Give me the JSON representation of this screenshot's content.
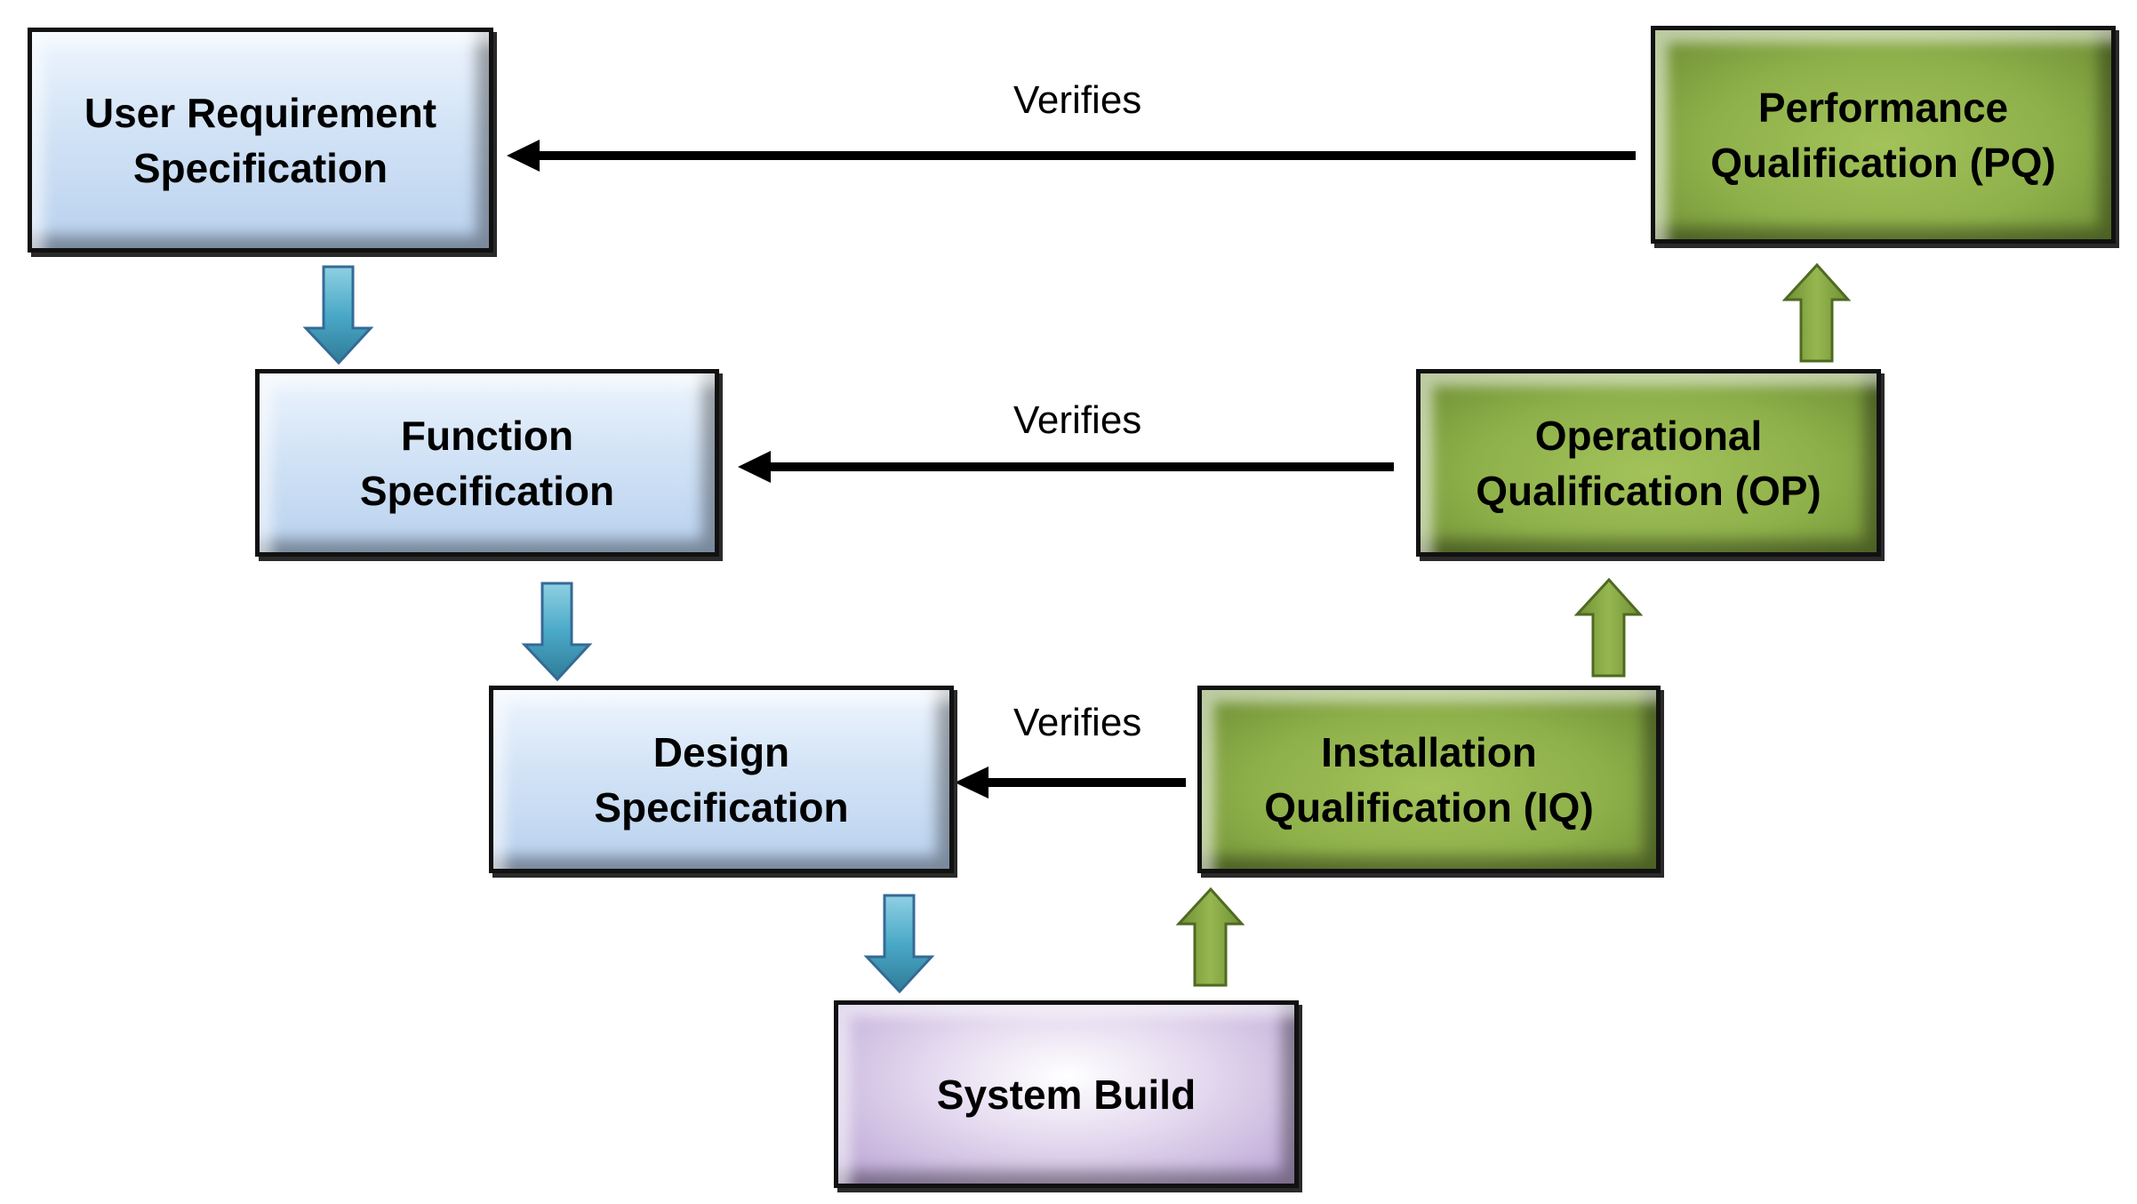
{
  "diagram": {
    "type": "V-model validation lifecycle",
    "left_side": [
      {
        "id": "urs",
        "label": "User Requirement\nSpecification",
        "color": "#c9dcf3"
      },
      {
        "id": "fs",
        "label": "Function\nSpecification",
        "color": "#c9dcf3"
      },
      {
        "id": "ds",
        "label": "Design\nSpecification",
        "color": "#c9dcf3"
      }
    ],
    "bottom": {
      "id": "sb",
      "label": "System Build",
      "color": "#d9cce9"
    },
    "right_side": [
      {
        "id": "iq",
        "label": "Installation\nQualification (IQ)",
        "color": "#8eb04a"
      },
      {
        "id": "oq",
        "label": "Operational\nQualification (OP)",
        "color": "#8eb04a"
      },
      {
        "id": "pq",
        "label": "Performance\nQualification (PQ)",
        "color": "#8eb04a"
      }
    ],
    "verifies": [
      {
        "from": "pq",
        "to": "urs",
        "label": "Verifies"
      },
      {
        "from": "oq",
        "to": "fs",
        "label": "Verifies"
      },
      {
        "from": "iq",
        "to": "ds",
        "label": "Verifies"
      }
    ],
    "flow_arrows": [
      {
        "from": "urs",
        "to": "fs",
        "direction": "down",
        "color": "#4aa8c8"
      },
      {
        "from": "fs",
        "to": "ds",
        "direction": "down",
        "color": "#4aa8c8"
      },
      {
        "from": "ds",
        "to": "sb",
        "direction": "down",
        "color": "#4aa8c8"
      },
      {
        "from": "sb",
        "to": "iq",
        "direction": "up",
        "color": "#8aac45"
      },
      {
        "from": "iq",
        "to": "oq",
        "direction": "up",
        "color": "#8aac45"
      },
      {
        "from": "oq",
        "to": "pq",
        "direction": "up",
        "color": "#8aac45"
      }
    ]
  }
}
